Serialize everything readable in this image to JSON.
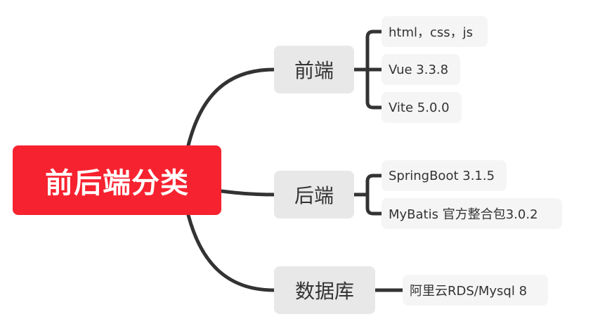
{
  "root": {
    "label": "前后端分类",
    "color": "#f7222f"
  },
  "branches": [
    {
      "label": "前端",
      "leaves": [
        "html，css，js",
        "Vue 3.3.8",
        "Vite 5.0.0"
      ]
    },
    {
      "label": "后端",
      "leaves": [
        "SpringBoot 3.1.5",
        "MyBatis 官方整合包3.0.2"
      ]
    },
    {
      "label": "数据库",
      "leaves": [
        "阿里云RDS/Mysql 8"
      ]
    }
  ],
  "colors": {
    "connector": "#333333",
    "branch_bg": "#e8e8e8",
    "leaf_bg": "#f5f5f5"
  }
}
